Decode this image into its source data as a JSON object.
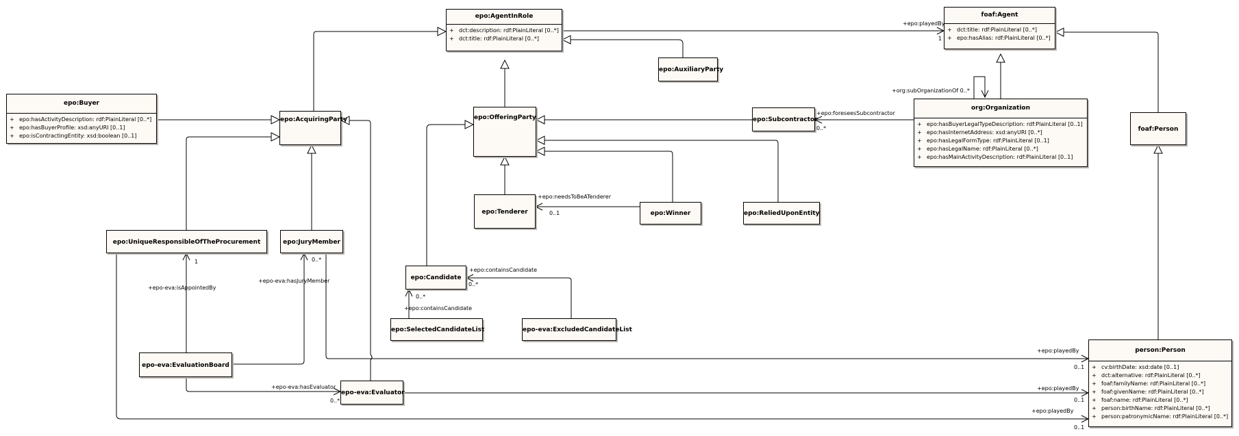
{
  "classes": {
    "agent_in_role": {
      "name": "epo:AgentInRole",
      "attributes": [
        {
          "vis": "+",
          "text": "dct:description: rdf:PlainLiteral [0..*]"
        },
        {
          "vis": "+",
          "text": "dct:title: rdf:PlainLiteral [0..*]"
        }
      ]
    },
    "foaf_agent": {
      "name": "foaf:Agent",
      "attributes": [
        {
          "vis": "+",
          "text": "dct:title: rdf:PlainLiteral [0..*]"
        },
        {
          "vis": "+",
          "text": "epo:hasAlias: rdf:PlainLiteral [0..*]"
        }
      ]
    },
    "buyer": {
      "name": "epo:Buyer",
      "attributes": [
        {
          "vis": "+",
          "text": "epo:hasActivityDescription: rdf:PlainLiteral [0..*]"
        },
        {
          "vis": "+",
          "text": "epo:hasBuyerProfile: xsd:anyURI [0..1]"
        },
        {
          "vis": "+",
          "text": "epo:isContractingEntity: xsd:boolean [0..1]"
        }
      ]
    },
    "acquiring_party": {
      "name": "epo:AcquiringParty"
    },
    "auxiliary_party": {
      "name": "epo:AuxiliaryParty"
    },
    "offering_party": {
      "name": "epo:OfferingParty"
    },
    "subcontractor": {
      "name": "epo:Subcontractor"
    },
    "organization": {
      "name": "org:Organization",
      "attributes": [
        {
          "vis": "+",
          "text": "epo:hasBuyerLegalTypeDescription: rdf:PlainLiteral [0..1]"
        },
        {
          "vis": "+",
          "text": "epo:hasInternetAddress: xsd:anyURI [0..*]"
        },
        {
          "vis": "+",
          "text": "epo:hasLegalFormType: rdf:PlainLiteral [0..1]"
        },
        {
          "vis": "+",
          "text": "epo:hasLegalName: rdf:PlainLiteral [0..*]"
        },
        {
          "vis": "+",
          "text": "epo:hasMainActivityDescription: rdf:PlainLiteral [0..1]"
        }
      ]
    },
    "foaf_person": {
      "name": "foaf:Person"
    },
    "tenderer": {
      "name": "epo:Tenderer"
    },
    "winner": {
      "name": "epo:Winner"
    },
    "relied_upon_entity": {
      "name": "epo:ReliedUponEntity"
    },
    "unique_responsible": {
      "name": "epo:UniqueResponsibleOfTheProcurement"
    },
    "jury_member": {
      "name": "epo:JuryMember"
    },
    "candidate": {
      "name": "epo:Candidate"
    },
    "selected_candidate_list": {
      "name": "epo:SelectedCandidateList"
    },
    "excluded_candidate_list": {
      "name": "epo-eva:ExcludedCandidateList"
    },
    "evaluation_board": {
      "name": "epo-eva:EvaluationBoard"
    },
    "evaluator": {
      "name": "epo-eva:Evaluator"
    },
    "person_person": {
      "name": "person:Person",
      "attributes": [
        {
          "vis": "+",
          "text": "cv:birthDate: xsd:date [0..1]"
        },
        {
          "vis": "+",
          "text": "dct:alternative: rdf:PlainLiteral [0..*]"
        },
        {
          "vis": "+",
          "text": "foaf:familyName: rdf:PlainLiteral [0..*]"
        },
        {
          "vis": "+",
          "text": "foaf:givenName: rdf:PlainLiteral [0..*]"
        },
        {
          "vis": "+",
          "text": "foaf:name: rdf:PlainLiteral [0..*]"
        },
        {
          "vis": "+",
          "text": "person:birthName: rdf:PlainLiteral [0..*]"
        },
        {
          "vis": "+",
          "text": "person:patronymicName: rdf:PlainLiteral [0..*]"
        }
      ]
    }
  },
  "labels": {
    "played_by_agent": "+epo:playedBy",
    "agent_mult": "1",
    "sub_org_of": "+org:subOrganizationOf 0..*",
    "forsees_subcontractor": "+epo:foreseesSubcontractor",
    "subcontractor_mult": "0..*",
    "needs_to_be_tenderer": "+epo:needsToBeATenderer",
    "tenderer_mult": "0..1",
    "contains_candidate_excl": "+epo:containsCandidate",
    "candidate_mult_excl": "0..*",
    "contains_candidate_sel": "+epo:containsCandidate",
    "candidate_mult_sel": "0..*",
    "unique_mult": "1",
    "is_appointed_by": "+epo-eva:isAppointedBy",
    "jury_mult": "0..*",
    "has_jury_member": "+epo-eva:hasJuryMember",
    "has_evaluator": "+epo-eva:hasEvaluator",
    "evaluator_mult": "0..*",
    "played_by_jury": "+epo:playedBy",
    "person_mult_jury": "0..1",
    "played_by_evaluator": "+epo:playedBy",
    "person_mult_evaluator": "0..1",
    "played_by_unique": "+epo:playedBy",
    "person_mult_unique": "0..1"
  }
}
